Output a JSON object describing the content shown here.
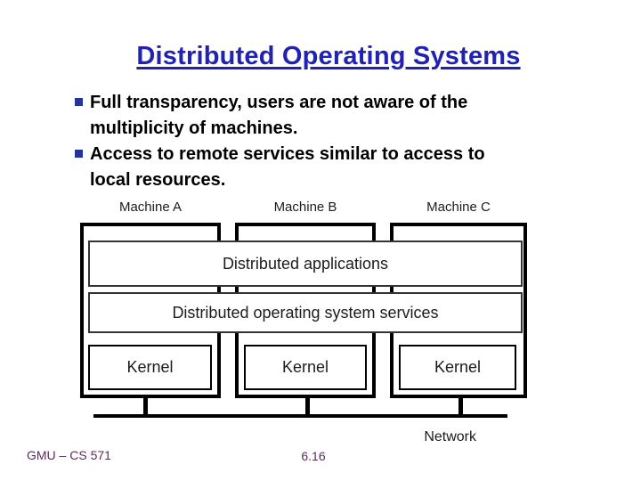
{
  "slide": {
    "title": "Distributed Operating Systems",
    "bullets": [
      {
        "text": "Full transparency, users are not aware of the multiplicity of machines."
      },
      {
        "text": "Access to remote services similar to access to local resources."
      }
    ],
    "footer": {
      "course": "GMU – CS 571",
      "page_number": "6.16"
    }
  },
  "diagram": {
    "machine_labels": [
      "Machine A",
      "Machine B",
      "Machine C"
    ],
    "applications_label": "Distributed applications",
    "services_label": "Distributed operating system services",
    "kernel_label": "Kernel",
    "network_label": "Network"
  },
  "colors": {
    "title_text": "#2121B2",
    "bullet_marker": "#223399",
    "body_text": "#000000",
    "diagram_lines": "#000000",
    "footer_text": "#5B2C5B",
    "background": "#FFFFFF"
  }
}
